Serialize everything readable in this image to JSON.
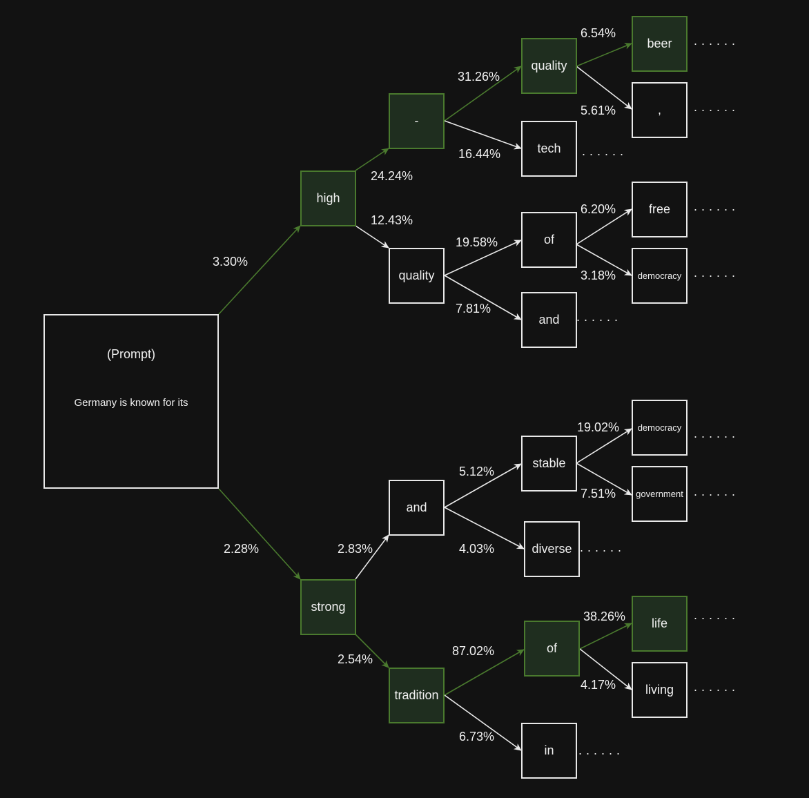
{
  "prompt": {
    "title": "(Prompt)",
    "text": "Germany is known for its"
  },
  "colors": {
    "highlight_edge": "#4a7a2e",
    "highlight_fill": "#1f2e1f",
    "normal_edge": "#e8e8e8",
    "background": "#121212"
  },
  "ellipsis": "......",
  "nodes": {
    "high": "high",
    "dash": "-",
    "quality_hl": "quality",
    "tech": "tech",
    "beer": "beer",
    "comma": ",",
    "quality2": "quality",
    "of1": "of",
    "and1": "and",
    "free": "free",
    "democracy1": "democracy",
    "strong": "strong",
    "and2": "and",
    "stable": "stable",
    "diverse": "diverse",
    "democracy2": "democracy",
    "government": "government",
    "tradition": "tradition",
    "of2": "of",
    "in": "in",
    "life": "life",
    "living": "living"
  },
  "edges": {
    "prompt_high": "3.30%",
    "prompt_strong": "2.28%",
    "high_dash": "24.24%",
    "high_quality": "12.43%",
    "dash_quality": "31.26%",
    "dash_tech": "16.44%",
    "quality_beer": "6.54%",
    "quality_comma": "5.61%",
    "quality_of": "19.58%",
    "quality_and": "7.81%",
    "of_free": "6.20%",
    "of_democracy": "3.18%",
    "strong_and": "2.83%",
    "strong_tradition": "2.54%",
    "and_stable": "5.12%",
    "and_diverse": "4.03%",
    "stable_democracy": "19.02%",
    "stable_government": "7.51%",
    "tradition_of": "87.02%",
    "tradition_in": "6.73%",
    "of_life": "38.26%",
    "of_living": "4.17%"
  }
}
